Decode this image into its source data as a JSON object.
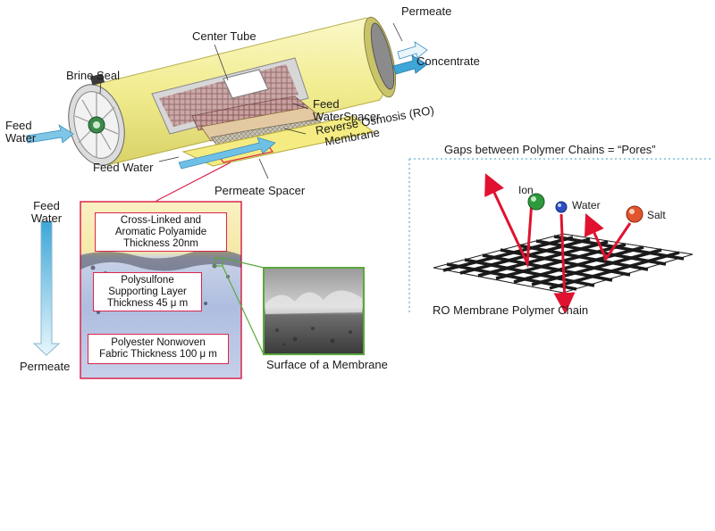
{
  "module_labels": {
    "permeate_top": "Permeate",
    "center_tube": "Center Tube",
    "concentrate": "Concentrate",
    "brine_seal": "Brine Seal",
    "feed_water_left": [
      "Feed",
      "Water"
    ],
    "feed_water_spacer": [
      "Feed",
      "WaterSpacer"
    ],
    "ro_membrane": [
      "Reverse Osmosis (RO)",
      "Membrane"
    ],
    "feed_water_bottom": "Feed Water",
    "permeate_spacer": "Permeate Spacer"
  },
  "cross_section": {
    "feed_label": [
      "Feed",
      "Water"
    ],
    "permeate_label": "Permeate",
    "layers": [
      {
        "lines": [
          "Cross-Linked and",
          "Aromatic Polyamide",
          "Thickness 20nm"
        ]
      },
      {
        "lines": [
          "Polysulfone",
          "Supporting Layer",
          "Thickness 45 μ m"
        ]
      },
      {
        "lines": [
          "Polyester Nonwoven",
          "Fabric Thickness 100 μ m"
        ]
      }
    ],
    "micrograph_caption": "Surface of a Membrane"
  },
  "pores_panel": {
    "title": "Gaps between Polymer Chains = “Pores”",
    "particles": [
      {
        "label": "Ion",
        "color": "#2e9a3e"
      },
      {
        "label": "Water",
        "color": "#2b4fc4"
      },
      {
        "label": "Salt",
        "color": "#e0542e"
      }
    ],
    "caption": "RO Membrane Polymer Chain"
  },
  "colors": {
    "tube": "#f4f0a0",
    "accent_red": "#d8264a",
    "flow_blue": "#3ea6d8",
    "micrograph_border": "#5aa83a",
    "dotted": "#7cc0d8"
  }
}
